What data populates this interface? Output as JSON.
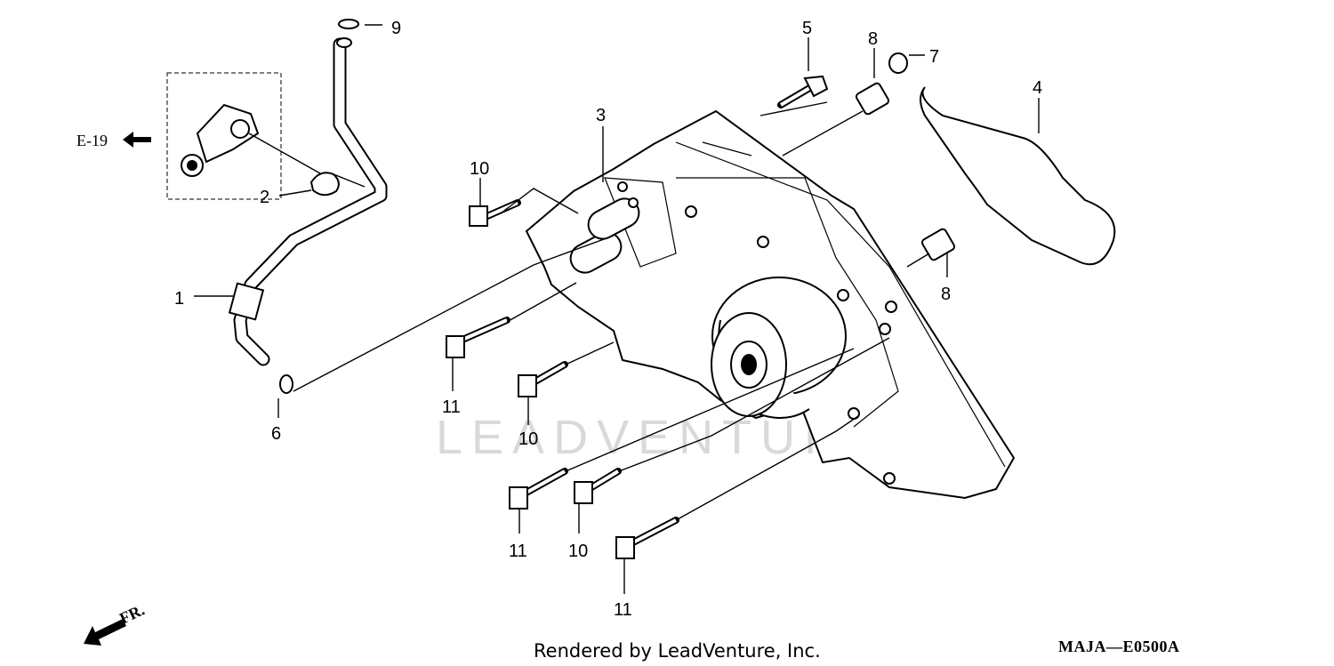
{
  "diagram": {
    "callouts": {
      "c1": "1",
      "c2": "2",
      "c3": "3",
      "c4": "4",
      "c5": "5",
      "c6": "6",
      "c7": "7",
      "c8a": "8",
      "c8b": "8",
      "c9": "9",
      "c10a": "10",
      "c10b": "10",
      "c10c": "10",
      "c11a": "11",
      "c11b": "11",
      "c11c": "11"
    },
    "reference": "E-19",
    "front_label": "FR.",
    "watermark": "LEADVENTURE",
    "credit": "Rendered by LeadVenture, Inc.",
    "diagram_code": "MAJA—E0500A"
  }
}
